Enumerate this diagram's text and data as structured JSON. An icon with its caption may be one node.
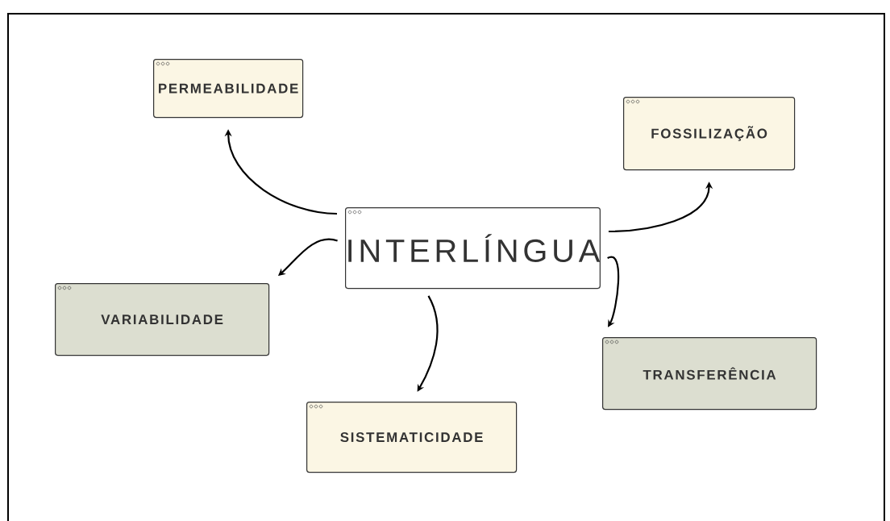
{
  "diagram": {
    "nodes": [
      {
        "text": [
          "INTERLÍNGUA"
        ]
      },
      {
        "text": [
          "PERMEABILIDADE"
        ]
      },
      {
        "text": [
          "FOSSILIZAÇÃO"
        ]
      },
      {
        "text": [
          "VARIABILIDADE"
        ]
      },
      {
        "text": [
          "SISTEMATICIDADE"
        ]
      },
      {
        "text": [
          "TRANSFERÊNCIA"
        ]
      }
    ],
    "edges": [
      {
        "from": 0,
        "to": 1,
        "arrow": "to"
      },
      {
        "from": 0,
        "to": 2,
        "arrow": "to"
      },
      {
        "from": 0,
        "to": 3,
        "arrow": "to"
      },
      {
        "from": 0,
        "to": 4,
        "arrow": "to"
      },
      {
        "from": 0,
        "to": 5,
        "arrow": "to"
      }
    ]
  }
}
